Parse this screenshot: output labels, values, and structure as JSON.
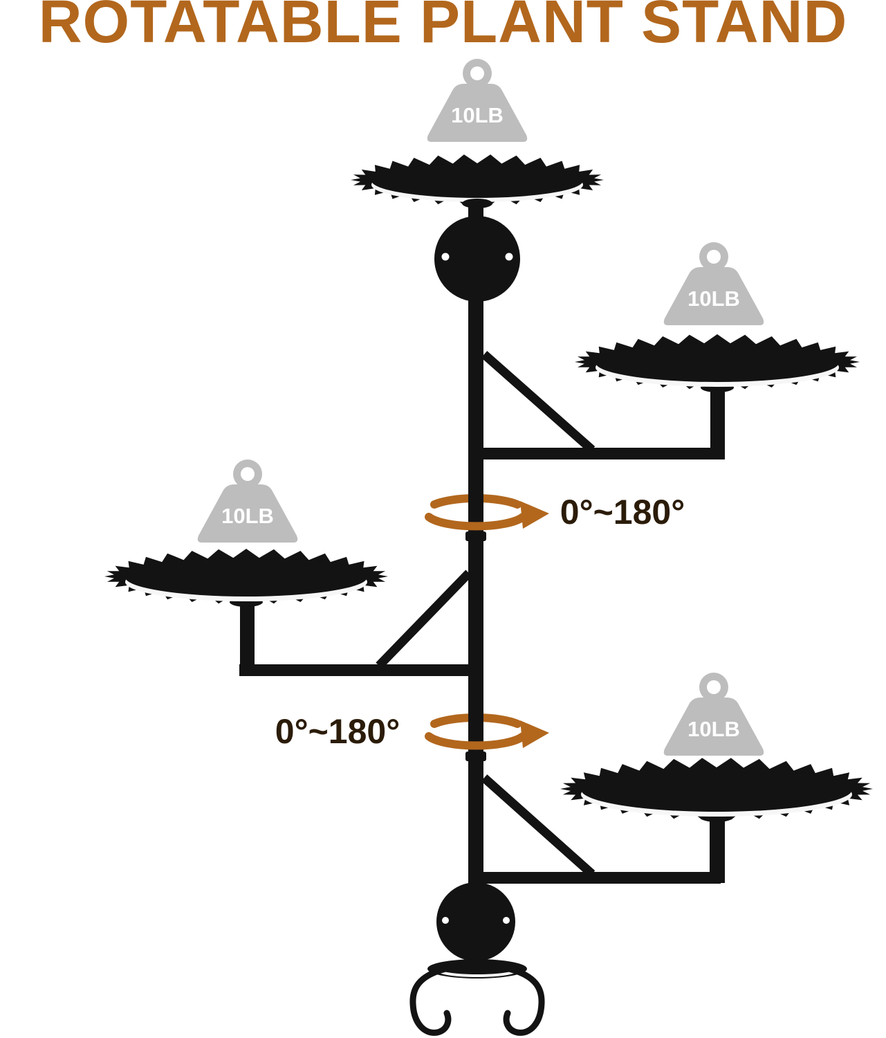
{
  "title": "ROTATABLE PLANT STAND",
  "colors": {
    "background": "#ffffff",
    "accent": "#b2671d",
    "stand": "#131313",
    "weight": "#bdbdbd",
    "weight_label": "#ffffff",
    "rotation_label": "#2b1c09"
  },
  "weights": [
    {
      "position": "top",
      "label": "10LB"
    },
    {
      "position": "upper-right",
      "label": "10LB"
    },
    {
      "position": "left",
      "label": "10LB"
    },
    {
      "position": "lower-right",
      "label": "10LB"
    }
  ],
  "rotations": [
    {
      "position": "upper",
      "label": "0°~180°"
    },
    {
      "position": "lower",
      "label": "0°~180°"
    }
  ]
}
